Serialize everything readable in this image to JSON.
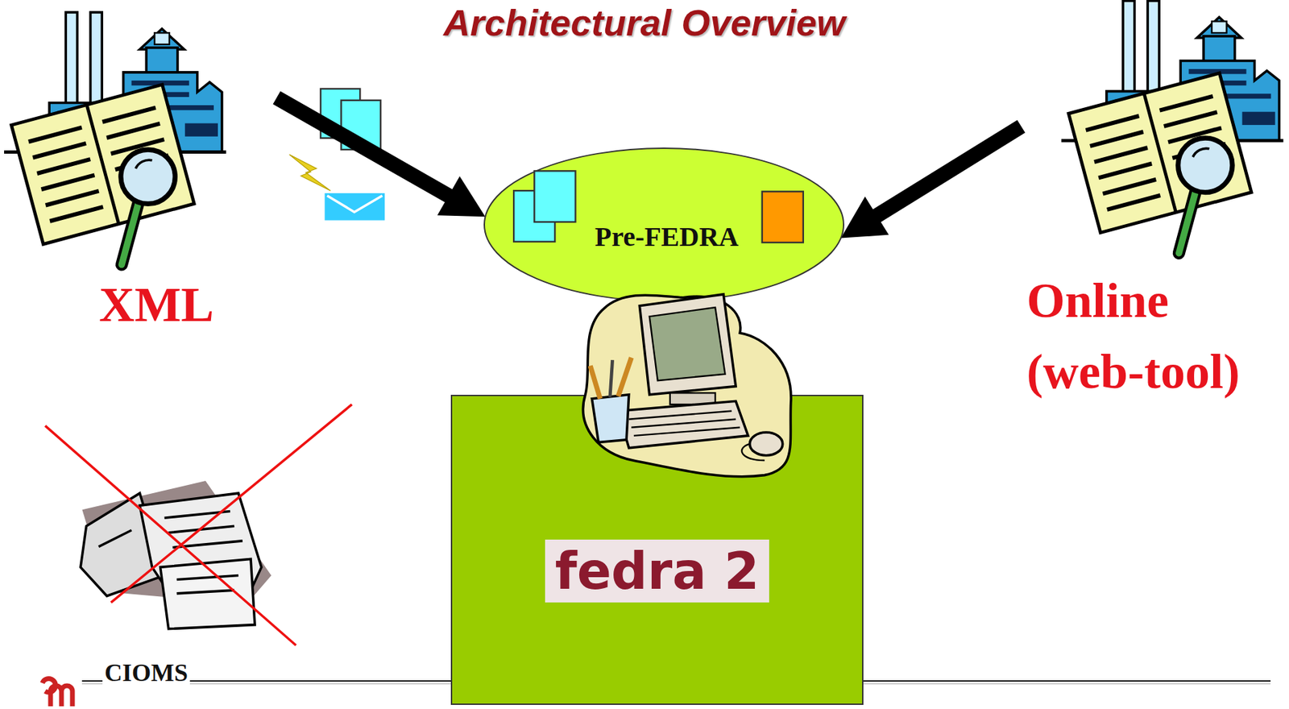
{
  "diagram": {
    "title": "Architectural Overview",
    "nodes": [
      {
        "text": [
          "XML"
        ]
      },
      {
        "text": [
          "Pre-FEDRA"
        ]
      },
      {
        "text": [
          "Online (web-tool)"
        ]
      },
      {
        "text": [
          "fedra 2"
        ]
      }
    ],
    "edges": [
      {
        "from": 0,
        "to": 1,
        "arrow": "to"
      },
      {
        "from": 2,
        "to": 1,
        "arrow": "to"
      }
    ],
    "labels": [
      "CIOMS"
    ]
  }
}
